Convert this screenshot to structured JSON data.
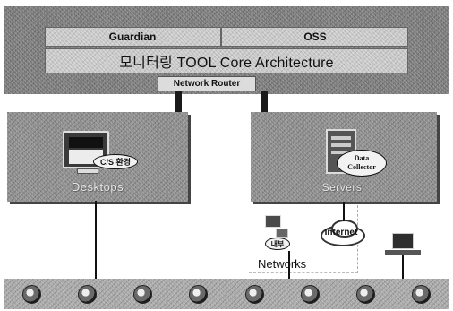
{
  "top_band": {
    "guardian_label": "Guardian",
    "oss_label": "OSS",
    "core_title": "모니터링 TOOL Core Architecture",
    "router_label": "Network Router"
  },
  "desktops": {
    "label": "Desktops",
    "tag_label": "C/S 환경"
  },
  "servers": {
    "label": "Servers",
    "collector_label": "Data\nCollector"
  },
  "networks": {
    "label": "Networks",
    "internal_tag": "내부",
    "internet_label": "Internet"
  },
  "bottom_icons_count": 8
}
